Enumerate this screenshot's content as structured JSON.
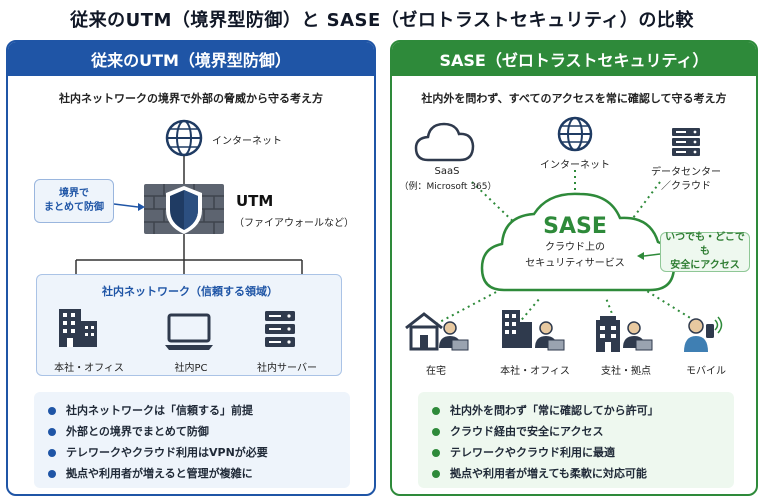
{
  "title": "従来のUTM（境界型防御）と SASE（ゼロトラストセキュリティ）の比較",
  "left": {
    "header": "従来のUTM（境界型防御）",
    "subtitle": "社内ネットワークの境界で外部の脅威から守る考え方",
    "internet_label": "インターネット",
    "callout": [
      "境界で",
      "まとめて防御"
    ],
    "utm_label": "UTM",
    "utm_sub": "（ファイアウォールなど）",
    "network_title": "社内ネットワーク（信頼する領域）",
    "network_items": [
      "本社・オフィス",
      "社内PC",
      "社内サーバー"
    ],
    "bullets": [
      "社内ネットワークは「信頼する」前提",
      "外部との境界でまとめて防御",
      "テレワークやクラウド利用はVPNが必要",
      "拠点や利用者が増えると管理が複雑に"
    ],
    "color": "#1f55a6"
  },
  "right": {
    "header": "SASE（ゼロトラストセキュリティ）",
    "subtitle": "社内外を問わず、すべてのアクセスを常に確認して守る考え方",
    "saas_label": "SaaS",
    "saas_sub": "（例：Microsoft 365）",
    "internet_label": "インターネット",
    "datacenter_label": [
      "データセンター",
      "／クラウド"
    ],
    "sase_title": "SASE",
    "sase_sub": [
      "クラウド上の",
      "セキュリティサービス"
    ],
    "callout": [
      "いつでも・どこでも",
      "安全にアクセス"
    ],
    "endpoints": [
      "在宅",
      "本社・オフィス",
      "支社・拠点",
      "モバイル"
    ],
    "bullets": [
      "社内外を問わず「常に確認してから許可」",
      "クラウド経由で安全にアクセス",
      "テレワークやクラウド利用に最適",
      "拠点や利用者が増えても柔軟に対応可能"
    ],
    "color": "#2e8a3a"
  }
}
